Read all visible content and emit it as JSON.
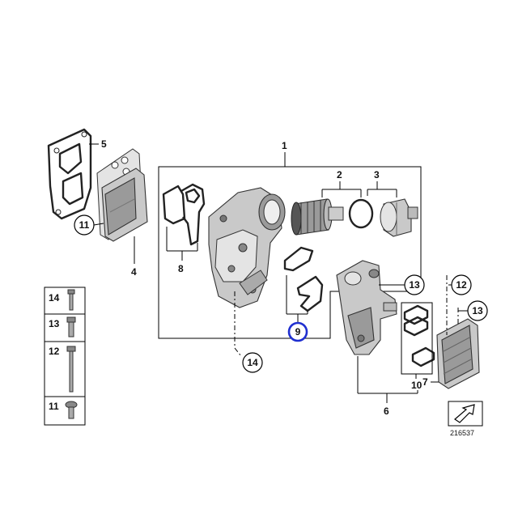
{
  "diagram": {
    "labels": {
      "p1": "1",
      "p2": "2",
      "p3": "3",
      "p4": "4",
      "p5": "5",
      "p6": "6",
      "p7": "7",
      "p8": "8",
      "p9": "9",
      "p10": "10",
      "p11": "11",
      "p12": "12",
      "p13a": "13",
      "p13b": "13",
      "p14": "14"
    },
    "legend": {
      "l14": "14",
      "l13": "13",
      "l12": "12",
      "l11": "11"
    },
    "code": "216537",
    "highlight_color": "#1f2fd0"
  }
}
